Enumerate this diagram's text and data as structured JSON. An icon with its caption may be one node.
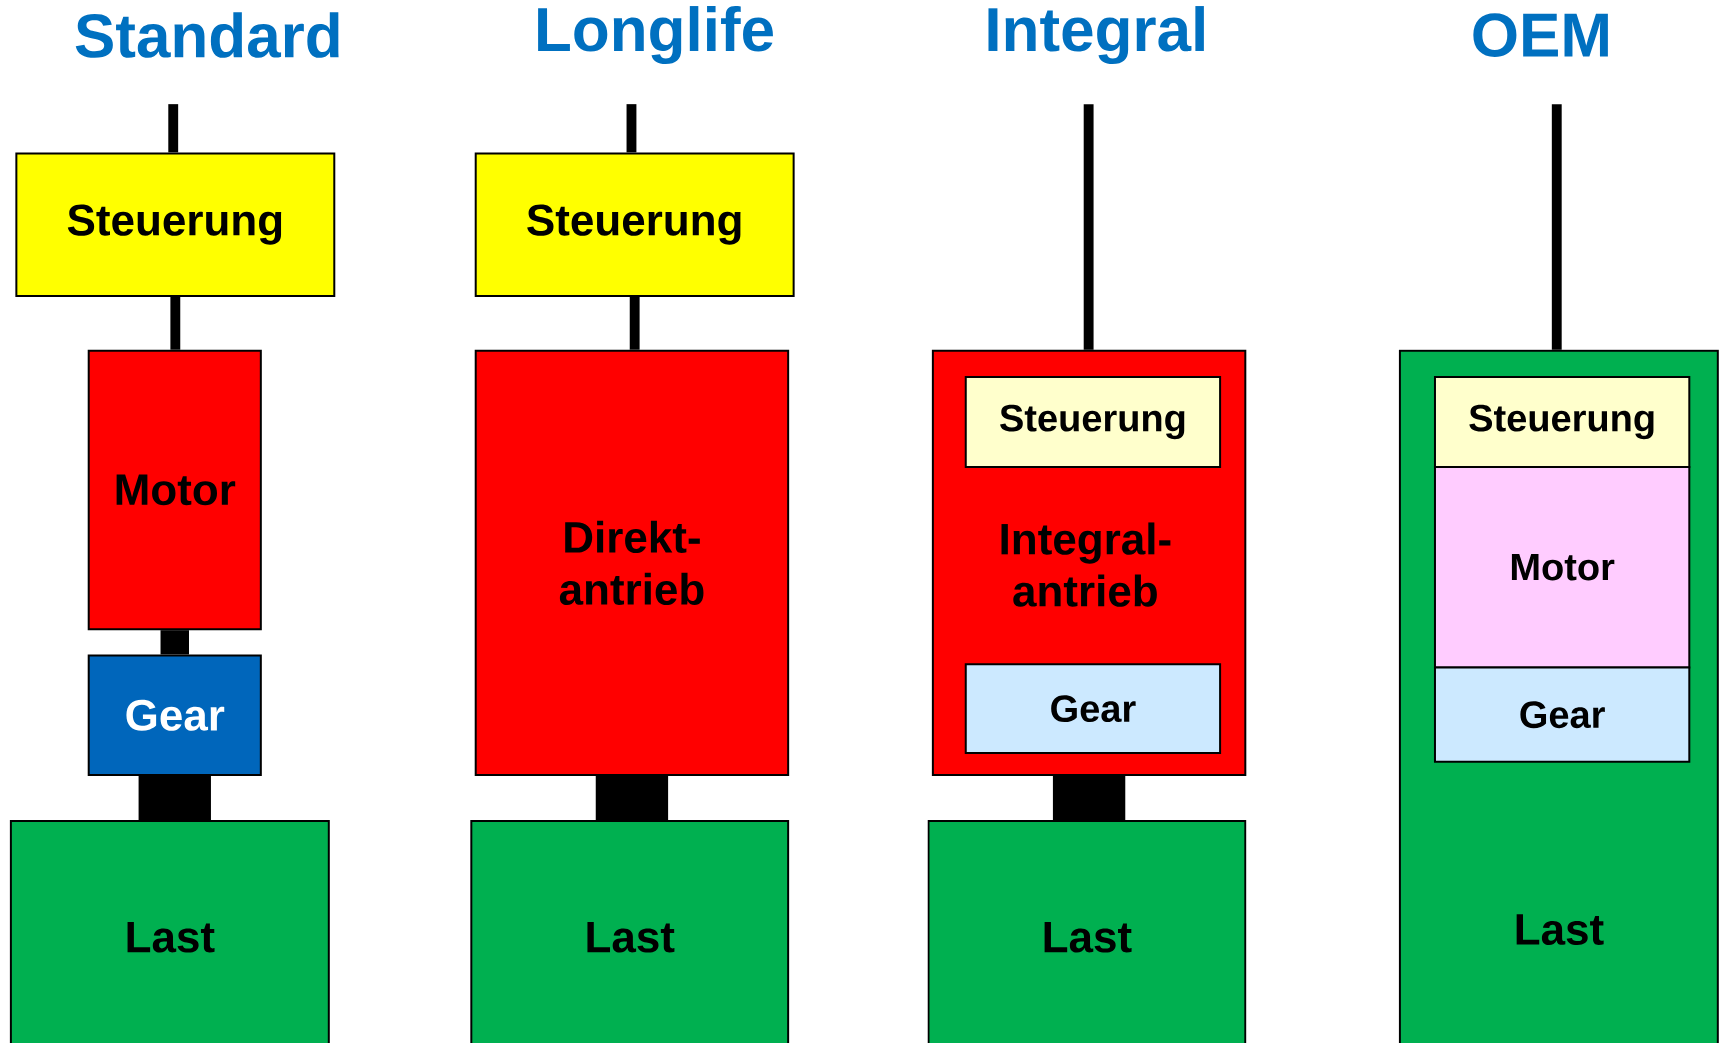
{
  "diagram": {
    "nodes": [
      {
        "text": [
          "Steuerung"
        ]
      },
      {
        "text": [
          "Steuerung"
        ]
      },
      {
        "text": [
          "Integral- antrieb"
        ]
      },
      {
        "text": [
          "Steuerung"
        ],
        "in": 2
      },
      {
        "text": [
          "Gear"
        ],
        "in": 2
      },
      {
        "text": [
          "Last"
        ]
      },
      {
        "text": [
          "Steuerung"
        ],
        "in": 5
      },
      {
        "text": [
          "Motor"
        ],
        "in": 5
      },
      {
        "text": [
          "Gear"
        ],
        "in": 5
      },
      {
        "text": [
          "Motor"
        ]
      },
      {
        "text": [
          "Direkt- antrieb"
        ]
      },
      {
        "text": [
          "Gear"
        ]
      },
      {
        "text": [
          "Last"
        ]
      },
      {
        "text": [
          "Last"
        ]
      },
      {
        "text": [
          "Last"
        ]
      }
    ],
    "edges": [
      {
        "from": null,
        "to": 0,
        "arrow": "none"
      },
      {
        "from": null,
        "to": 1,
        "arrow": "none"
      },
      {
        "from": null,
        "to": 2,
        "arrow": "none"
      },
      {
        "from": null,
        "to": 5,
        "arrow": "none"
      },
      {
        "from": 0,
        "to": 9,
        "arrow": "none"
      },
      {
        "from": 1,
        "to": 10,
        "arrow": "none"
      },
      {
        "from": 9,
        "to": 11,
        "arrow": "none",
        "style": "thick"
      },
      {
        "from": 11,
        "to": 12,
        "arrow": "none",
        "style": "thick"
      },
      {
        "from": 10,
        "to": 13,
        "arrow": "none",
        "style": "thick"
      },
      {
        "from": 2,
        "to": 14,
        "arrow": "none",
        "style": "thick"
      }
    ],
    "labels": [
      "Standard",
      "Longlife",
      "Integral",
      "OEM"
    ]
  }
}
